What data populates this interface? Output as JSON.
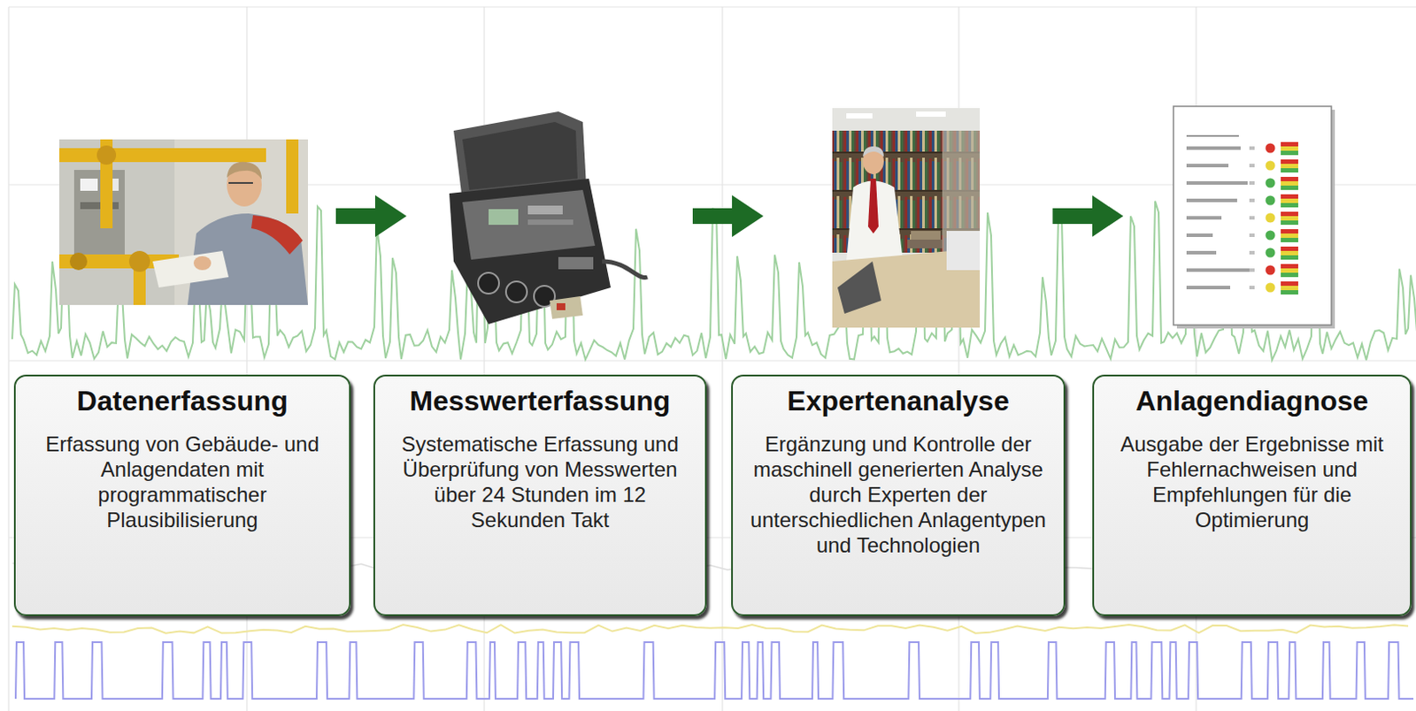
{
  "diagram": {
    "nodes": [
      {
        "text": [
          "Datenerfassung",
          "Erfassung von Gebäude- und Anlagendaten mit programmatischer Plausibilisierung"
        ]
      },
      {
        "text": [
          "Messwerterfassung",
          "Systematische Erfassung und Überprüfung von Messwerten über 24 Stunden im 12 Sekunden Takt"
        ]
      },
      {
        "text": [
          "Expertenanalyse",
          "Ergänzung und Kontrolle der maschinell generierten Analyse durch Experten der unterschiedlichen Anlagentypen und Technologien"
        ]
      },
      {
        "text": [
          "Anlagendiagnose",
          "Ausgabe der Ergebnisse mit Fehlernachweisen und Empfehlungen für die Optimierung"
        ]
      }
    ],
    "edges": [
      {
        "from": 0,
        "to": 1,
        "arrow": "to"
      },
      {
        "from": 1,
        "to": 2,
        "arrow": "to"
      },
      {
        "from": 2,
        "to": 3,
        "arrow": "to"
      }
    ]
  }
}
